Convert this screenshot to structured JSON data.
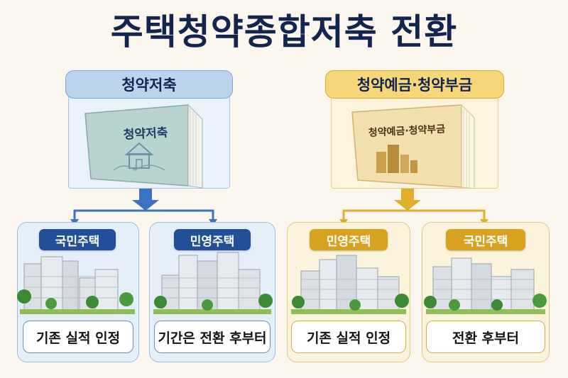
{
  "title": "주택청약종합저축 전환",
  "left": {
    "header": "청약저축",
    "book_label": "청약저축",
    "branches": [
      {
        "badge": "국민주택",
        "status": "기존 실적 인정"
      },
      {
        "badge": "민영주택",
        "status": "기간은 전환 후부터"
      }
    ]
  },
  "right": {
    "header": "청약예금·청약부금",
    "book_label": "청약예금·청약부금",
    "branches": [
      {
        "badge": "민영주택",
        "status": "기존 실적 인정"
      },
      {
        "badge": "국민주택",
        "status": "전환 후부터"
      }
    ]
  },
  "colors": {
    "navy": "#13244f",
    "blue_badge": "#234f99",
    "gold_badge": "#d9a21e",
    "blue_arrow": "#3b73c0",
    "gold_arrow": "#e0ae2e"
  }
}
